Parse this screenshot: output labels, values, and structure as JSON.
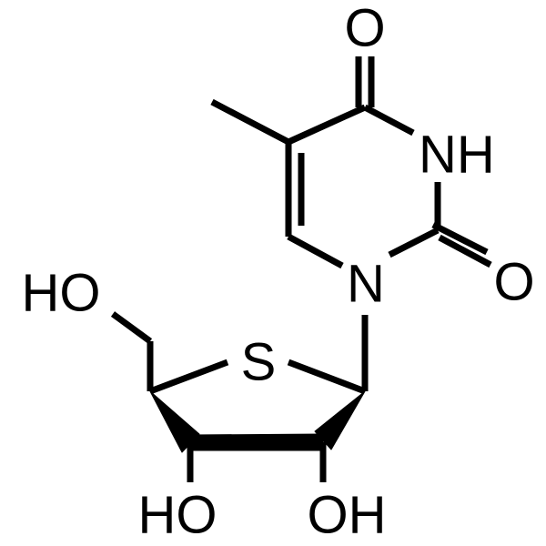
{
  "molecule": {
    "atoms": {
      "o4": "O",
      "n3h": "NH",
      "o2": "O",
      "n1": "N",
      "s": "S",
      "ho5": "HO",
      "ho3": "HO",
      "oh2": "OH"
    },
    "colors": {
      "bond": "#000000",
      "background": "#ffffff"
    }
  }
}
